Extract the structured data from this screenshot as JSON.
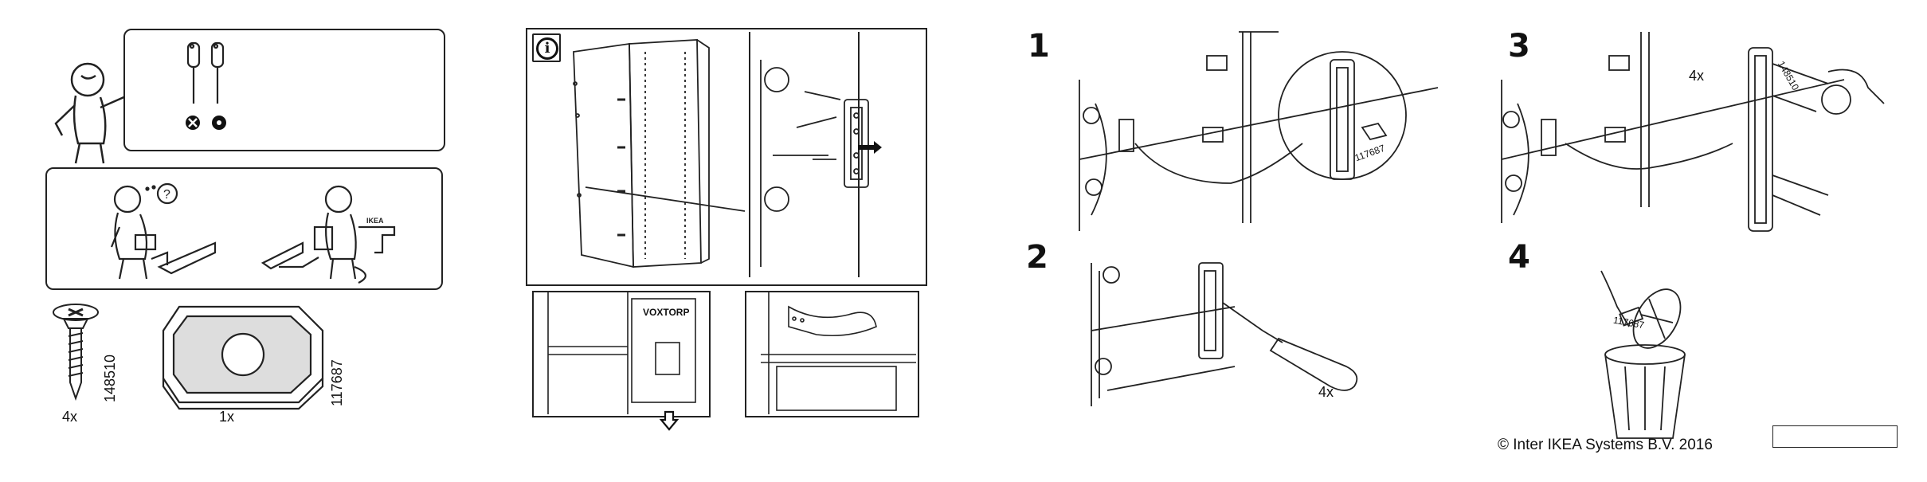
{
  "left": {
    "parts": {
      "screw": {
        "qty": "4x",
        "code": "148510"
      },
      "bracket": {
        "qty": "1x",
        "code": "117687"
      }
    }
  },
  "info": {
    "badge": "i",
    "door_label": "VOXTORP"
  },
  "steps": {
    "s1": {
      "num": "1",
      "callout_code": "117687"
    },
    "s2": {
      "num": "2",
      "qty": "4x"
    },
    "s3": {
      "num": "3",
      "qty": "4x",
      "callout_code": "148510"
    },
    "s4": {
      "num": "4",
      "code": "117687"
    }
  },
  "footer": {
    "copyright": "© Inter IKEA Systems B.V. 2016"
  },
  "icons": [
    "figure-pointing",
    "screwdriver-phillips-no",
    "screwdriver-flat-yes",
    "figure-confused",
    "figure-reading-manual",
    "arrow-down-icon",
    "info-icon",
    "trash-bin-icon"
  ]
}
